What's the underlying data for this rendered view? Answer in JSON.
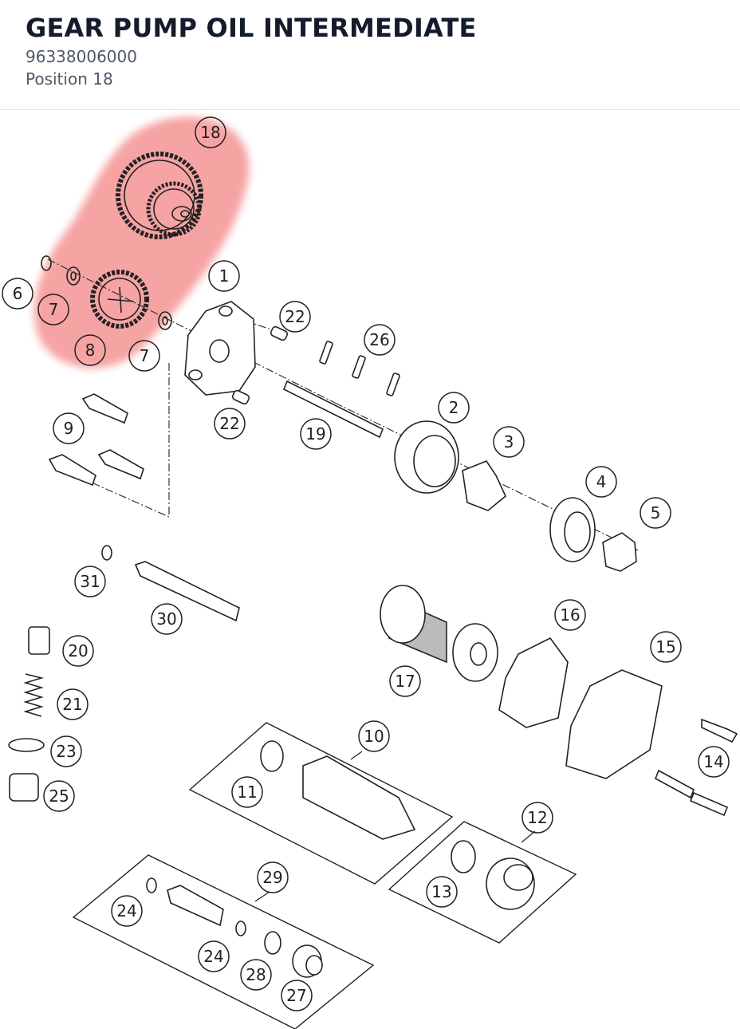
{
  "header": {
    "title": "GEAR PUMP OIL INTERMEDIATE",
    "part_number": "96338006000",
    "position": "Position 18"
  },
  "highlight": {
    "color": "#f59393",
    "selected_position": "18"
  },
  "callouts": [
    {
      "id": "c18",
      "label": "18"
    },
    {
      "id": "c1",
      "label": "1"
    },
    {
      "id": "c6",
      "label": "6"
    },
    {
      "id": "c7a",
      "label": "7"
    },
    {
      "id": "c22a",
      "label": "22"
    },
    {
      "id": "c26",
      "label": "26"
    },
    {
      "id": "c8",
      "label": "8"
    },
    {
      "id": "c7b",
      "label": "7"
    },
    {
      "id": "c2",
      "label": "2"
    },
    {
      "id": "c9",
      "label": "9"
    },
    {
      "id": "c22b",
      "label": "22"
    },
    {
      "id": "c19",
      "label": "19"
    },
    {
      "id": "c3",
      "label": "3"
    },
    {
      "id": "c4",
      "label": "4"
    },
    {
      "id": "c5",
      "label": "5"
    },
    {
      "id": "c31",
      "label": "31"
    },
    {
      "id": "c30",
      "label": "30"
    },
    {
      "id": "c16",
      "label": "16"
    },
    {
      "id": "c20",
      "label": "20"
    },
    {
      "id": "c15",
      "label": "15"
    },
    {
      "id": "c17",
      "label": "17"
    },
    {
      "id": "c21",
      "label": "21"
    },
    {
      "id": "c10",
      "label": "10"
    },
    {
      "id": "c23",
      "label": "23"
    },
    {
      "id": "c14",
      "label": "14"
    },
    {
      "id": "c11",
      "label": "11"
    },
    {
      "id": "c25",
      "label": "25"
    },
    {
      "id": "c12",
      "label": "12"
    },
    {
      "id": "c29",
      "label": "29"
    },
    {
      "id": "c13",
      "label": "13"
    },
    {
      "id": "c24a",
      "label": "24"
    },
    {
      "id": "c24b",
      "label": "24"
    },
    {
      "id": "c28",
      "label": "28"
    },
    {
      "id": "c27",
      "label": "27"
    }
  ]
}
